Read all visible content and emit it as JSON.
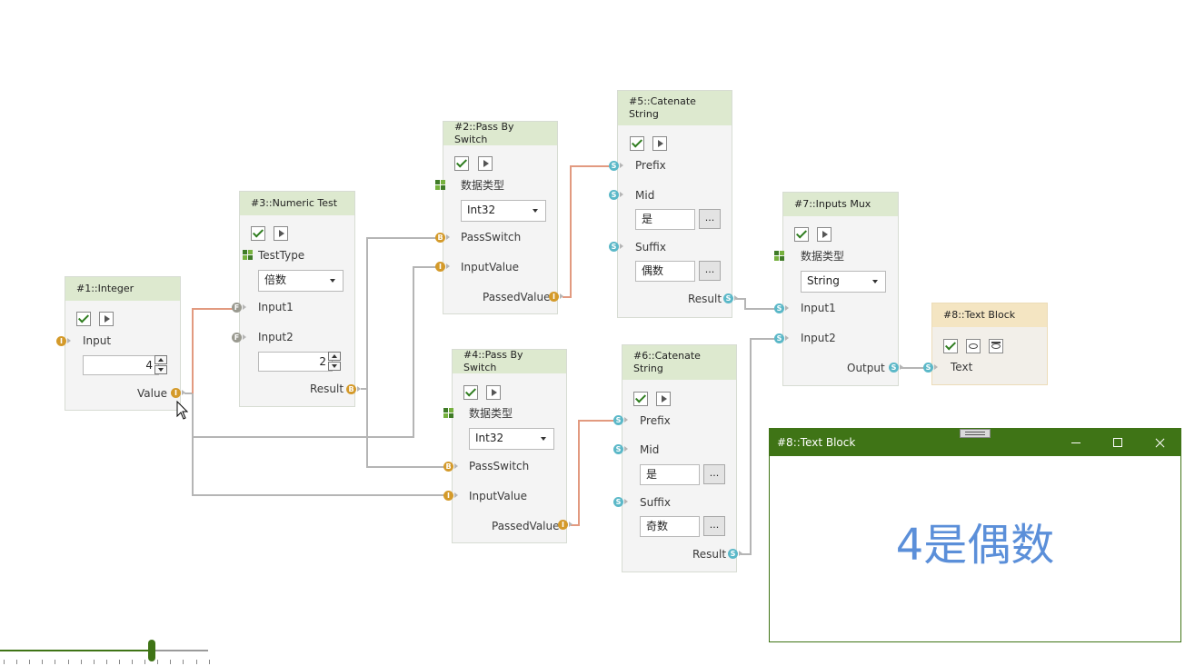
{
  "colors": {
    "window_accent": "#3f7416",
    "node_header": "#dde9cf",
    "text_block_header": "#f4e5c2",
    "result_text": "#5b8fd9",
    "int_port": "#d49a2a",
    "string_port": "#5bb8c8",
    "active_wire": "#e29a80",
    "wire": "#b5b5b5"
  },
  "port_glyphs": {
    "int": "I",
    "bool": "B",
    "string": "S",
    "float": "F"
  },
  "nodes": {
    "n1": {
      "title": "#1::Integer",
      "input_label": "Input",
      "input_value": "4",
      "value_label": "Value"
    },
    "n2": {
      "title": "#2::Pass By Switch",
      "type_label": "数据类型",
      "type_value": "Int32",
      "switch_label": "PassSwitch",
      "input_label": "InputValue",
      "output_label": "PassedValue"
    },
    "n3": {
      "title": "#3::Numeric Test",
      "testtype_label": "TestType",
      "testtype_value": "倍数",
      "input1_label": "Input1",
      "input2_label": "Input2",
      "input2_value": "2",
      "result_label": "Result"
    },
    "n4": {
      "title": "#4::Pass By Switch",
      "type_label": "数据类型",
      "type_value": "Int32",
      "switch_label": "PassSwitch",
      "input_label": "InputValue",
      "output_label": "PassedValue"
    },
    "n5": {
      "title_line1": "#5::Catenate",
      "title_line2": "String",
      "prefix_label": "Prefix",
      "mid_label": "Mid",
      "mid_value": "是",
      "suffix_label": "Suffix",
      "suffix_value": "偶数",
      "result_label": "Result",
      "more_label": "..."
    },
    "n6": {
      "title_line1": "#6::Catenate",
      "title_line2": "String",
      "prefix_label": "Prefix",
      "mid_label": "Mid",
      "mid_value": "是",
      "suffix_label": "Suffix",
      "suffix_value": "奇数",
      "result_label": "Result",
      "more_label": "..."
    },
    "n7": {
      "title": "#7::Inputs Mux",
      "type_label": "数据类型",
      "type_value": "String",
      "input1_label": "Input1",
      "input2_label": "Input2",
      "output_label": "Output"
    },
    "n8": {
      "title": "#8::Text Block",
      "text_label": "Text"
    }
  },
  "window": {
    "title": "#8::Text Block",
    "content": "4是偶数"
  },
  "zoom_slider": {
    "value_fraction": 0.73
  }
}
